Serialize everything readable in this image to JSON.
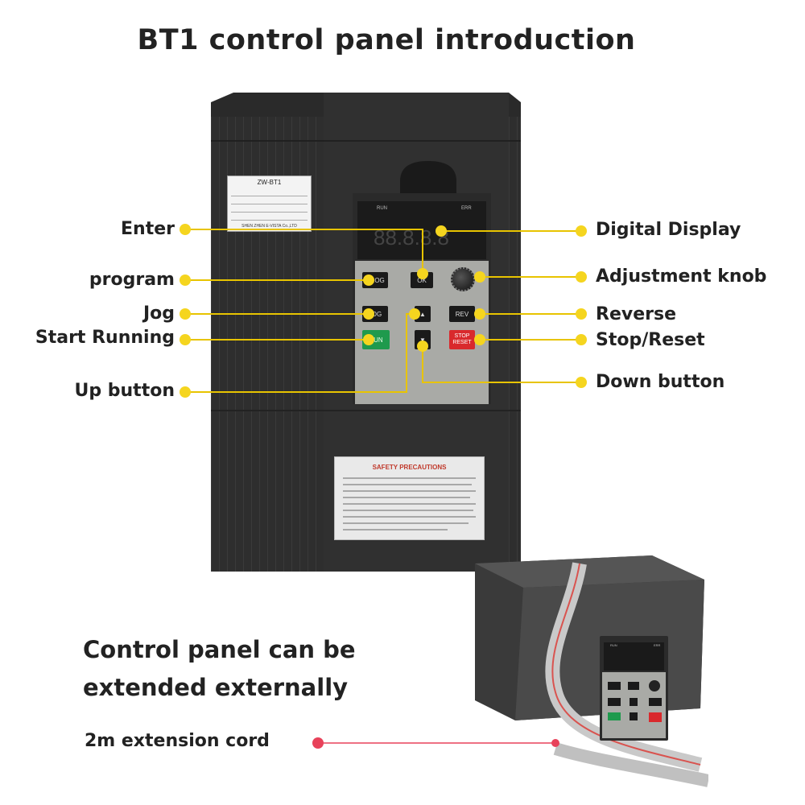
{
  "title": "BT1 control panel introduction",
  "labels_left": {
    "enter": "Enter",
    "program": "program",
    "jog": "Jog",
    "start_running": "Start Running",
    "up_button": "Up button"
  },
  "labels_right": {
    "digital_display": "Digital Display",
    "adjustment_knob": "Adjustment knob",
    "reverse": "Reverse",
    "stop_reset": "Stop/Reset",
    "down_button": "Down button"
  },
  "extend_text": {
    "line1": "Control panel can be",
    "line2": "extended externally"
  },
  "cord_label": "2m extension cord",
  "device": {
    "nameplate_title": "ZW-BT1",
    "nameplate_footer": "SHEN ZHEN E-VISTA Co.,LTD",
    "safety_title": "SAFETY PRECAUTIONS",
    "run_indicator": "RUN",
    "err_indicator": "ERR",
    "display_digits": "88.8.8.8",
    "keys": {
      "prog": "PROG",
      "ok": "OK",
      "jog": "JOG",
      "rev": "REV",
      "run": "RUN",
      "stop_top": "STOP",
      "stop_bottom": "RESET"
    }
  },
  "colors": {
    "callout_dot": "#f5d51f",
    "callout_line": "#e8c400",
    "cord_dot": "#e8425a",
    "body_dark": "#2b2b2b",
    "keypad_grey": "#a9aaa6"
  }
}
